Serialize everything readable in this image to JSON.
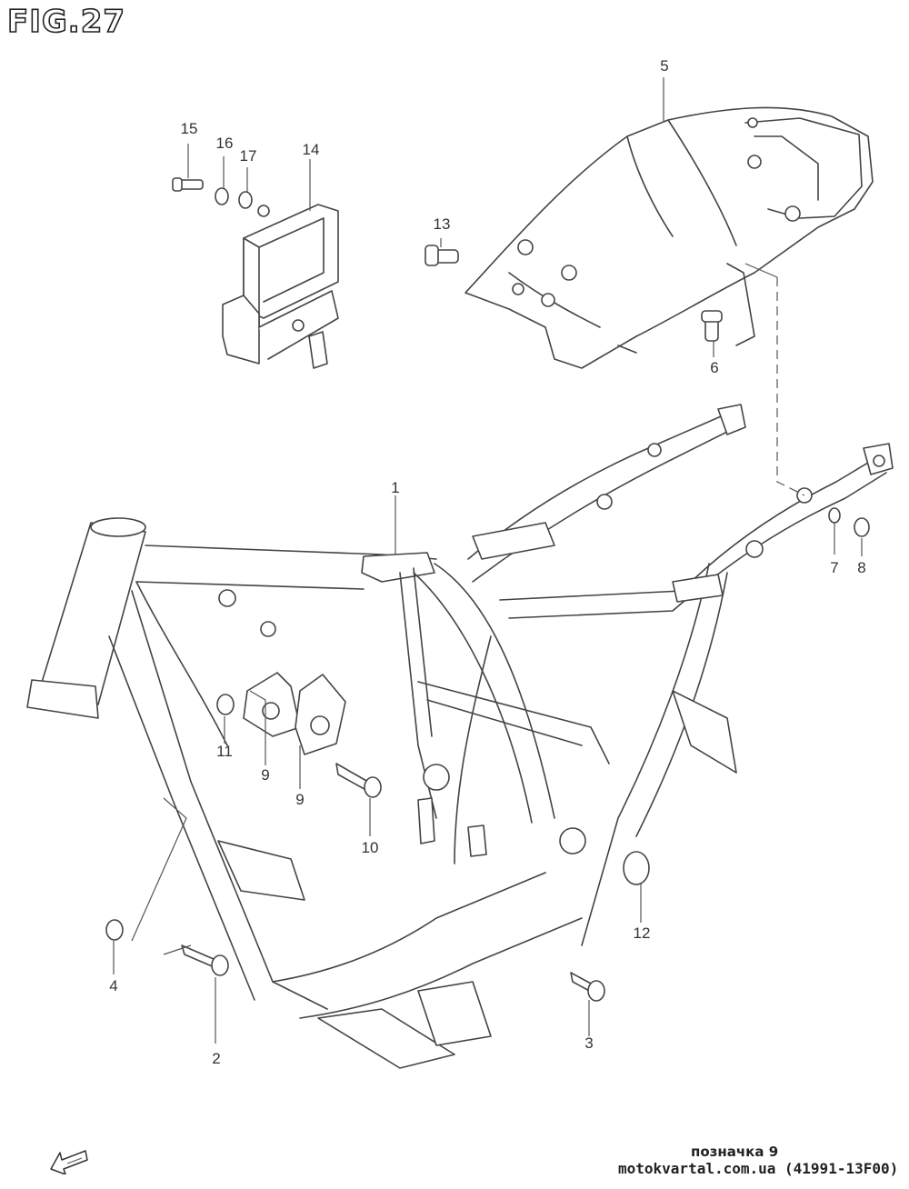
{
  "figure": {
    "title": "FIG.27"
  },
  "callouts": [
    "1",
    "2",
    "3",
    "4",
    "5",
    "6",
    "7",
    "8",
    "9",
    "9",
    "10",
    "11",
    "12",
    "13",
    "14",
    "15",
    "16",
    "17"
  ],
  "footer": {
    "label": "позначка 9",
    "source": "motokvartal.com.ua (41991-13F00)"
  },
  "icons": {
    "direction": "forward-arrow-icon"
  }
}
